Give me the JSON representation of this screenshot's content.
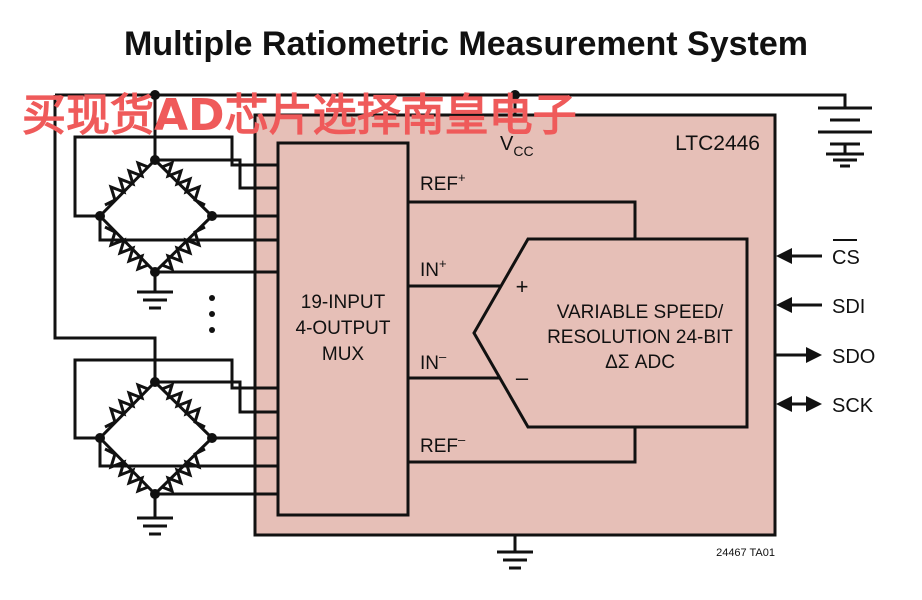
{
  "title": "Multiple Ratiometric Measurement System",
  "watermark": "买现货AD芯片选择南皇电子",
  "chip": {
    "name": "LTC2446",
    "supply_main": "V",
    "supply_sub": "CC"
  },
  "mux": {
    "line1": "19-INPUT",
    "line2": "4-OUTPUT",
    "line3": "MUX"
  },
  "adc": {
    "line1": "VARIABLE SPEED/",
    "line2": "RESOLUTION 24-BIT",
    "line3": "ΔΣ ADC",
    "plus": "+",
    "minus": "–"
  },
  "nets": {
    "ref_plus": {
      "main": "REF",
      "sup": "+"
    },
    "in_plus": {
      "main": "IN",
      "sup": "+"
    },
    "in_minus": {
      "main": "IN",
      "sup": "–"
    },
    "ref_minus": {
      "main": "REF",
      "sup": "–"
    }
  },
  "pins": {
    "cs": "CS",
    "sdi": "SDI",
    "sdo": "SDO",
    "sck": "SCK"
  },
  "figure_code": "24467 TA01",
  "colors": {
    "chip_fill": "#e6bfb7",
    "watermark": "#ef5a5a",
    "line": "#111111"
  }
}
